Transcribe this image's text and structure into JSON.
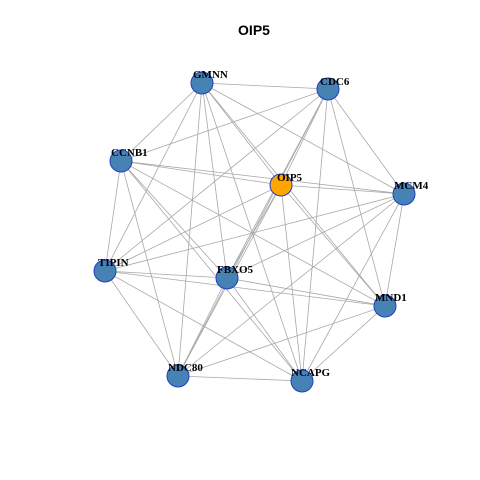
{
  "title": "OIP5",
  "colors": {
    "hub": "#ffa500",
    "node": "#4682b4",
    "edge": "#a8a8a8",
    "node_border": "#1f3fbf"
  },
  "nodes": [
    {
      "id": "OIP5",
      "label": "OIP5",
      "hub": true
    },
    {
      "id": "GMNN",
      "label": "GMNN"
    },
    {
      "id": "CDC6",
      "label": "CDC6"
    },
    {
      "id": "CCNB1",
      "label": "CCNB1"
    },
    {
      "id": "MCM4",
      "label": "MCM4"
    },
    {
      "id": "TIPIN",
      "label": "TIPIN"
    },
    {
      "id": "FBXO5",
      "label": "FBXO5"
    },
    {
      "id": "MND1",
      "label": "MND1"
    },
    {
      "id": "NDC80",
      "label": "NDC80"
    },
    {
      "id": "NCAPG",
      "label": "NCAPG"
    }
  ],
  "edges": [
    [
      "GMNN",
      "CDC6"
    ],
    [
      "GMNN",
      "CCNB1"
    ],
    [
      "GMNN",
      "OIP5"
    ],
    [
      "GMNN",
      "MCM4"
    ],
    [
      "GMNN",
      "TIPIN"
    ],
    [
      "GMNN",
      "FBXO5"
    ],
    [
      "GMNN",
      "MND1"
    ],
    [
      "GMNN",
      "NDC80"
    ],
    [
      "GMNN",
      "NCAPG"
    ],
    [
      "CDC6",
      "OIP5"
    ],
    [
      "CDC6",
      "MCM4"
    ],
    [
      "CDC6",
      "CCNB1"
    ],
    [
      "CDC6",
      "TIPIN"
    ],
    [
      "CDC6",
      "FBXO5"
    ],
    [
      "CDC6",
      "MND1"
    ],
    [
      "CDC6",
      "NDC80"
    ],
    [
      "CDC6",
      "NCAPG"
    ],
    [
      "CCNB1",
      "OIP5"
    ],
    [
      "CCNB1",
      "MCM4"
    ],
    [
      "CCNB1",
      "TIPIN"
    ],
    [
      "CCNB1",
      "FBXO5"
    ],
    [
      "CCNB1",
      "MND1"
    ],
    [
      "CCNB1",
      "NDC80"
    ],
    [
      "CCNB1",
      "NCAPG"
    ],
    [
      "OIP5",
      "MCM4"
    ],
    [
      "OIP5",
      "TIPIN"
    ],
    [
      "OIP5",
      "FBXO5"
    ],
    [
      "OIP5",
      "MND1"
    ],
    [
      "OIP5",
      "NDC80"
    ],
    [
      "OIP5",
      "NCAPG"
    ],
    [
      "MCM4",
      "TIPIN"
    ],
    [
      "MCM4",
      "FBXO5"
    ],
    [
      "MCM4",
      "MND1"
    ],
    [
      "MCM4",
      "NDC80"
    ],
    [
      "MCM4",
      "NCAPG"
    ],
    [
      "TIPIN",
      "FBXO5"
    ],
    [
      "TIPIN",
      "MND1"
    ],
    [
      "TIPIN",
      "NDC80"
    ],
    [
      "TIPIN",
      "NCAPG"
    ],
    [
      "FBXO5",
      "MND1"
    ],
    [
      "FBXO5",
      "NDC80"
    ],
    [
      "FBXO5",
      "NCAPG"
    ],
    [
      "MND1",
      "NDC80"
    ],
    [
      "MND1",
      "NCAPG"
    ],
    [
      "NDC80",
      "NCAPG"
    ]
  ]
}
